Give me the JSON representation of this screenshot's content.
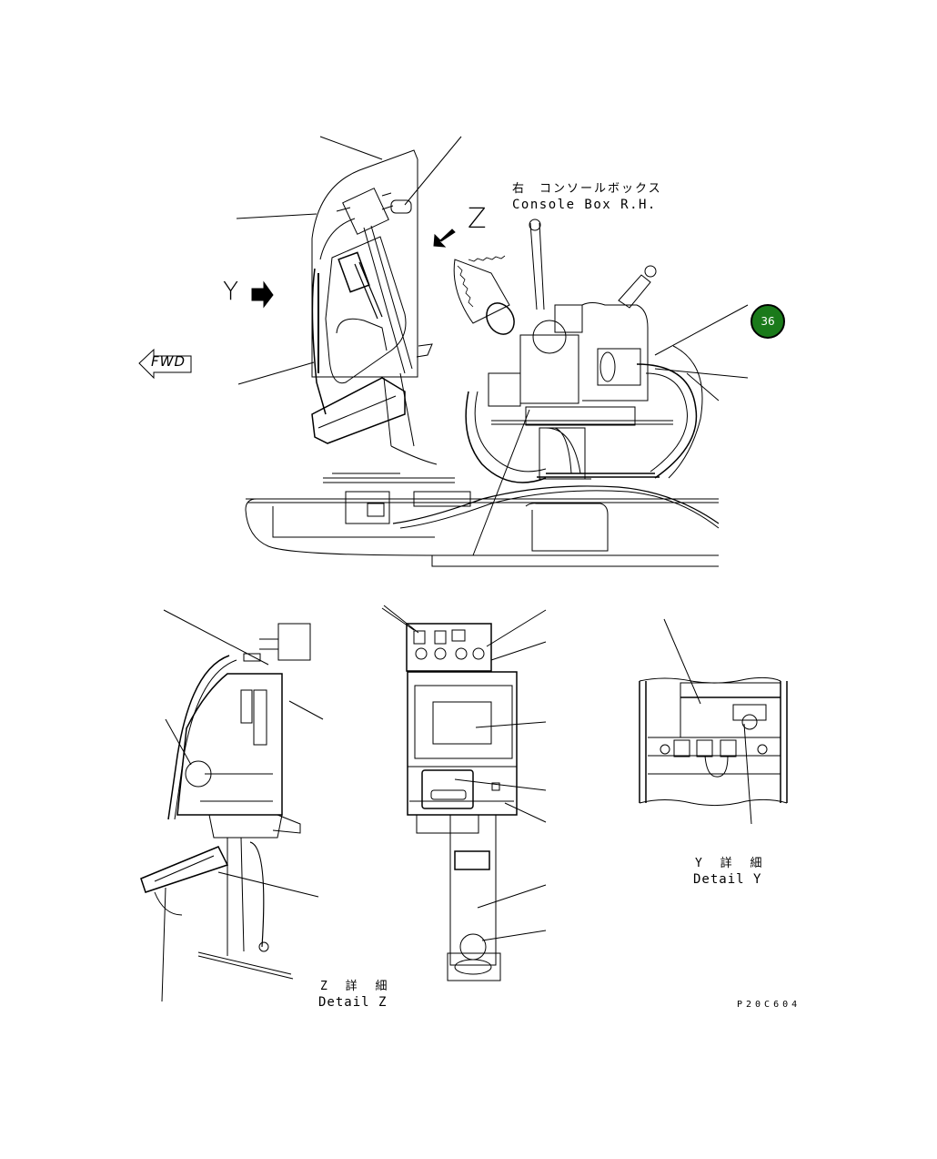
{
  "drawing": {
    "title_jp": "右　コンソールボックス",
    "title_en": "Console Box R.H.",
    "view_markers": {
      "z": "Z",
      "y": "Y"
    },
    "direction_marker": "FWD",
    "badge": {
      "number": "36",
      "color": "#1a7a1a"
    },
    "details": [
      {
        "id": "detail-z",
        "label_jp": "Z 詳 細",
        "label_en": "Detail Z"
      },
      {
        "id": "detail-y",
        "label_jp": "Y 詳 細",
        "label_en": "Detail Y"
      }
    ],
    "drawing_number": "P20C604"
  }
}
